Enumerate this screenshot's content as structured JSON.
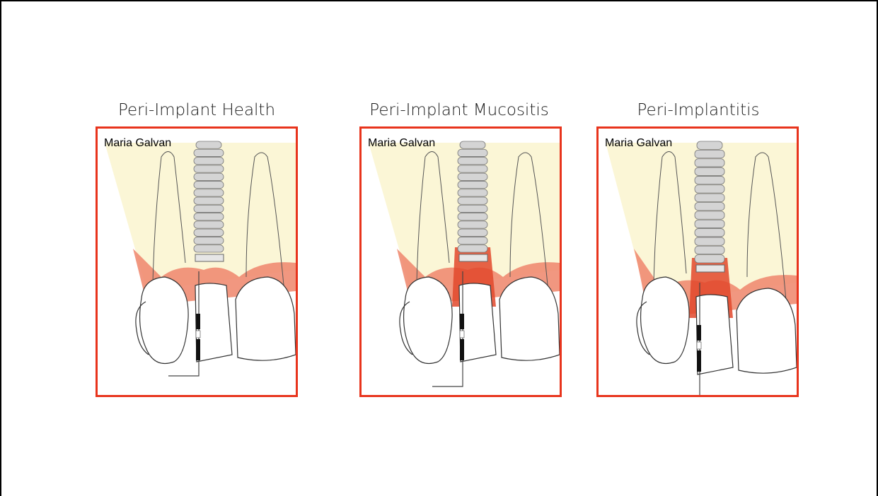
{
  "panels": [
    {
      "title": "Peri-Implant Health",
      "credit": "Maria Galvan",
      "stage": "health"
    },
    {
      "title": "Peri-Implant Mucositis",
      "credit": "Maria Galvan",
      "stage": "mucositis"
    },
    {
      "title": "Peri-Implantitis",
      "credit": "Maria Galvan",
      "stage": "implantitis"
    }
  ],
  "colors": {
    "frame": "#e8341c",
    "bone": "#fbf6d6",
    "gingiva": "#f08c72",
    "inflamed": "#e2482c",
    "implant": "#d4d4d4"
  }
}
